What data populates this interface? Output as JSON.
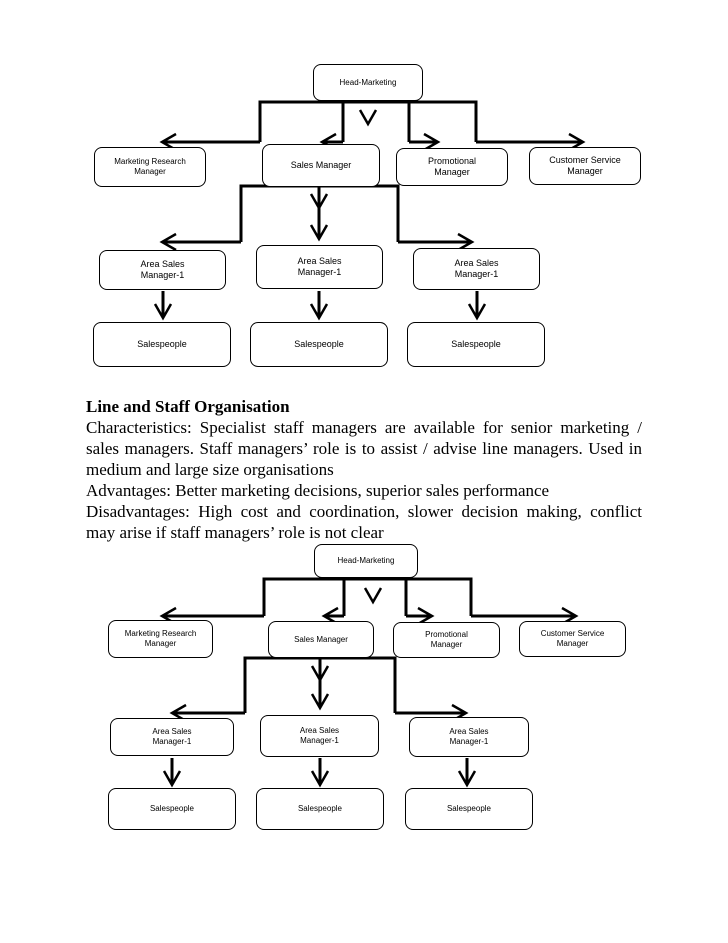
{
  "chart1": {
    "head": "Head-Marketing",
    "level2": [
      "Marketing Research\nManager",
      "Sales Manager",
      "Promotional\nManager",
      "Customer Service\nManager"
    ],
    "level3": [
      "Area Sales\nManager-1",
      "Area Sales\nManager-1",
      "Area Sales\nManager-1"
    ],
    "level4": [
      "Salespeople",
      "Salespeople",
      "Salespeople"
    ]
  },
  "section": {
    "heading": "Line and Staff Organisation",
    "characteristics": "Characteristics: Specialist staff managers are available for senior marketing / sales managers. Staff managers’ role is to assist / advise line managers. Used in medium and large size organisations",
    "advantages": "Advantages: Better marketing decisions, superior sales performance",
    "disadvantages": "Disadvantages: High cost and coordination, slower decision making, conflict may arise if staff managers’ role is not clear"
  },
  "chart2": {
    "head": "Head-Marketing",
    "level2": [
      "Marketing Research\nManager",
      "Sales Manager",
      "Promotional\nManager",
      "Customer Service\nManager"
    ],
    "level3": [
      "Area Sales\nManager-1",
      "Area Sales\nManager-1",
      "Area Sales\nManager-1"
    ],
    "level4": [
      "Salespeople",
      "Salespeople",
      "Salespeople"
    ]
  }
}
